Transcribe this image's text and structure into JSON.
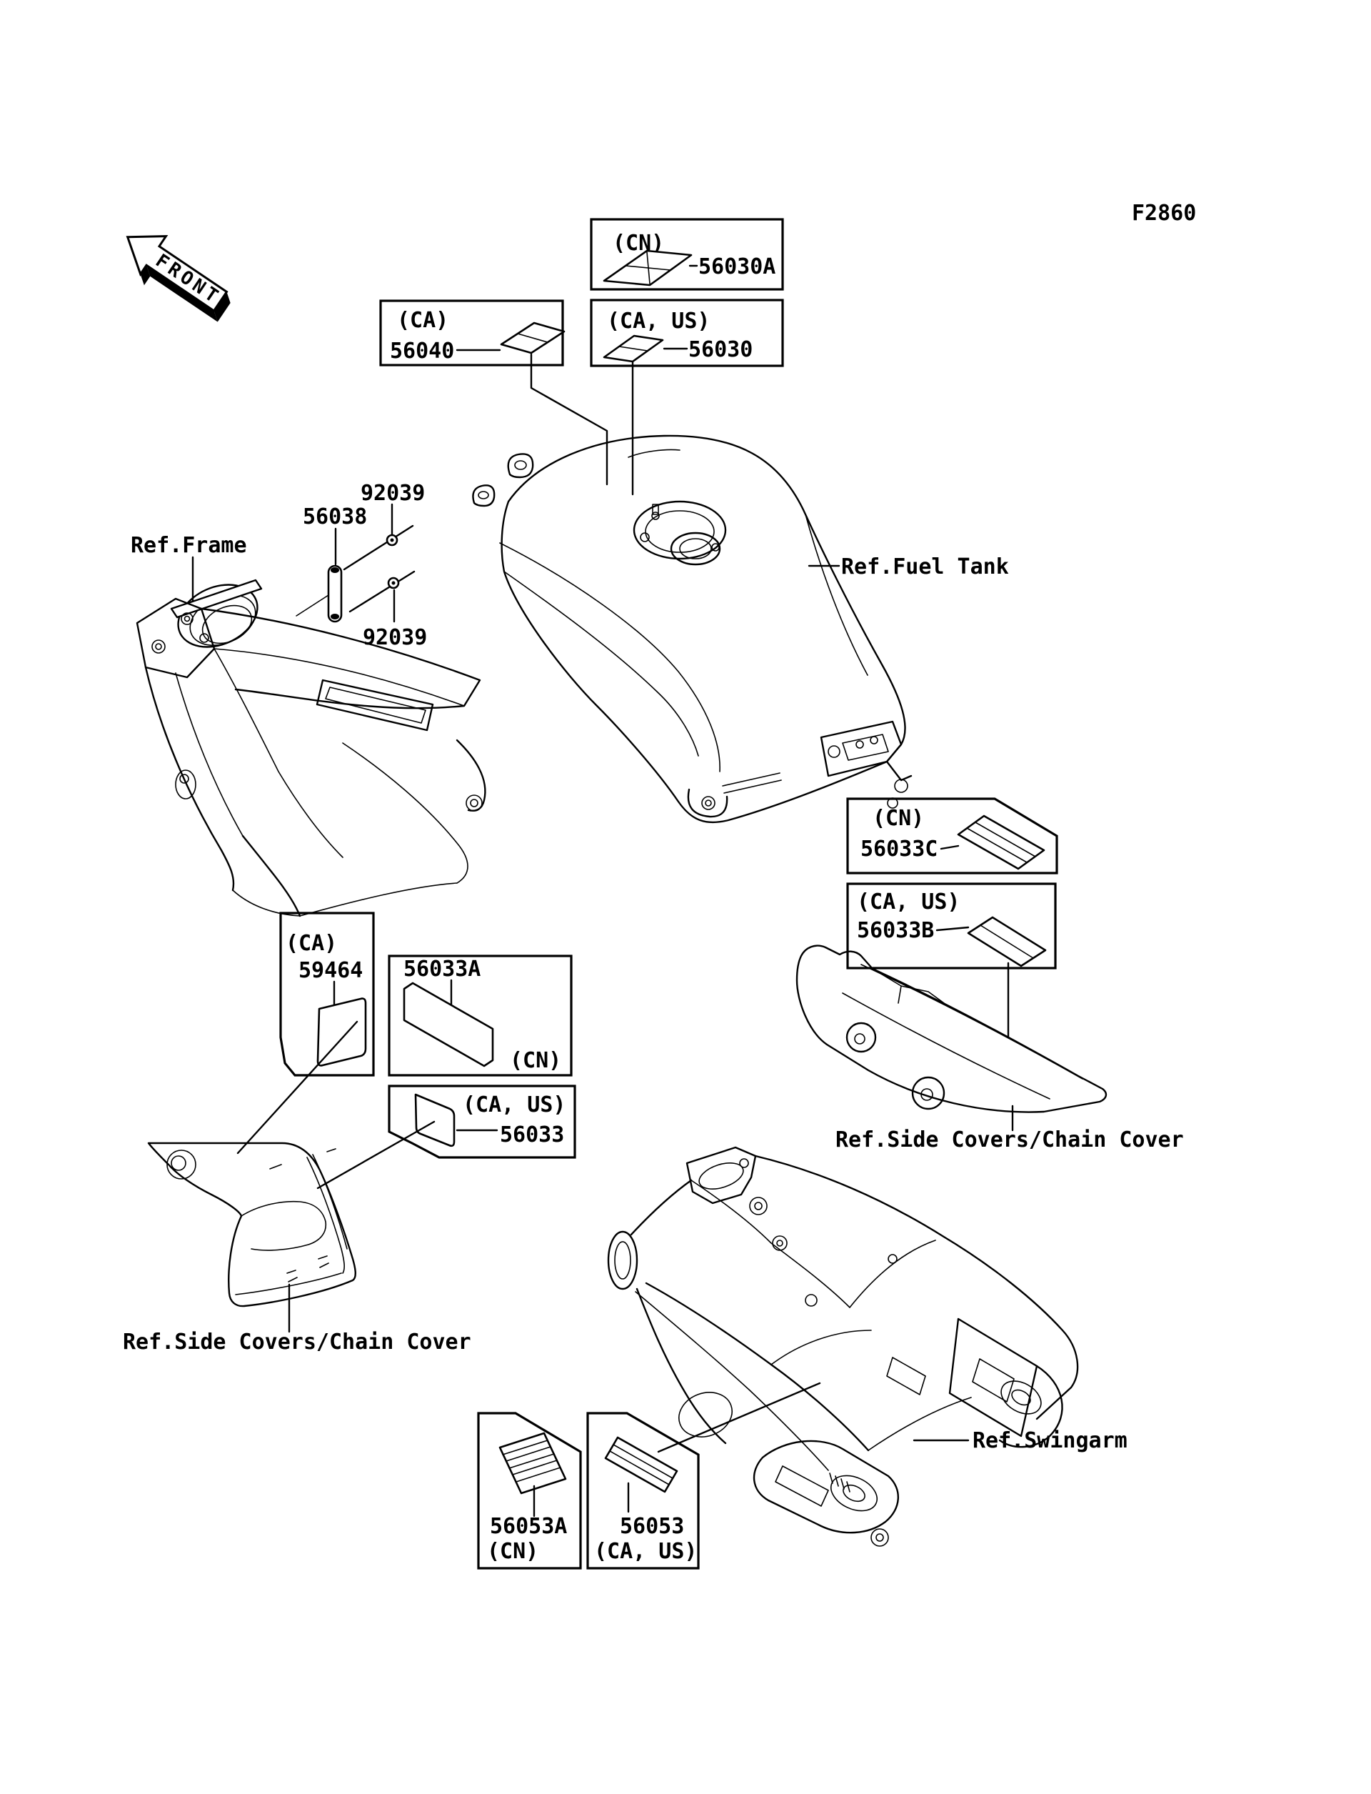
{
  "page": {
    "figure_code": "F2860",
    "background_color": "#ffffff",
    "line_color": "#000000"
  },
  "front_marker": {
    "label": "FRONT"
  },
  "callouts": [
    {
      "id": "56030A",
      "region": "(CN)",
      "part_number": "56030A"
    },
    {
      "id": "56030",
      "region": "(CA, US)",
      "part_number": "56030"
    },
    {
      "id": "56040",
      "region": "(CA)",
      "part_number": "56040"
    },
    {
      "id": "56033C",
      "region": "(CN)",
      "part_number": "56033C"
    },
    {
      "id": "56033B",
      "region": "(CA, US)",
      "part_number": "56033B"
    },
    {
      "id": "59464",
      "region": "(CA)",
      "part_number": "59464"
    },
    {
      "id": "56033A",
      "region": "(CN)",
      "part_number": "56033A"
    },
    {
      "id": "56033",
      "region": "(CA, US)",
      "part_number": "56033"
    },
    {
      "id": "56053A",
      "region": "(CN)",
      "part_number": "56053A"
    },
    {
      "id": "56053",
      "region": "(CA, US)",
      "part_number": "56053"
    }
  ],
  "fasteners": [
    {
      "id": "92039-upper",
      "part_number": "92039"
    },
    {
      "id": "56038",
      "part_number": "56038"
    },
    {
      "id": "92039-lower",
      "part_number": "92039"
    }
  ],
  "references": [
    {
      "id": "frame",
      "label": "Ref.Frame"
    },
    {
      "id": "fuel-tank",
      "label": "Ref.Fuel Tank"
    },
    {
      "id": "side-covers-right",
      "label": "Ref.Side Covers/Chain Cover"
    },
    {
      "id": "side-covers-left",
      "label": "Ref.Side Covers/Chain Cover"
    },
    {
      "id": "swingarm",
      "label": "Ref.Swingarm"
    }
  ]
}
